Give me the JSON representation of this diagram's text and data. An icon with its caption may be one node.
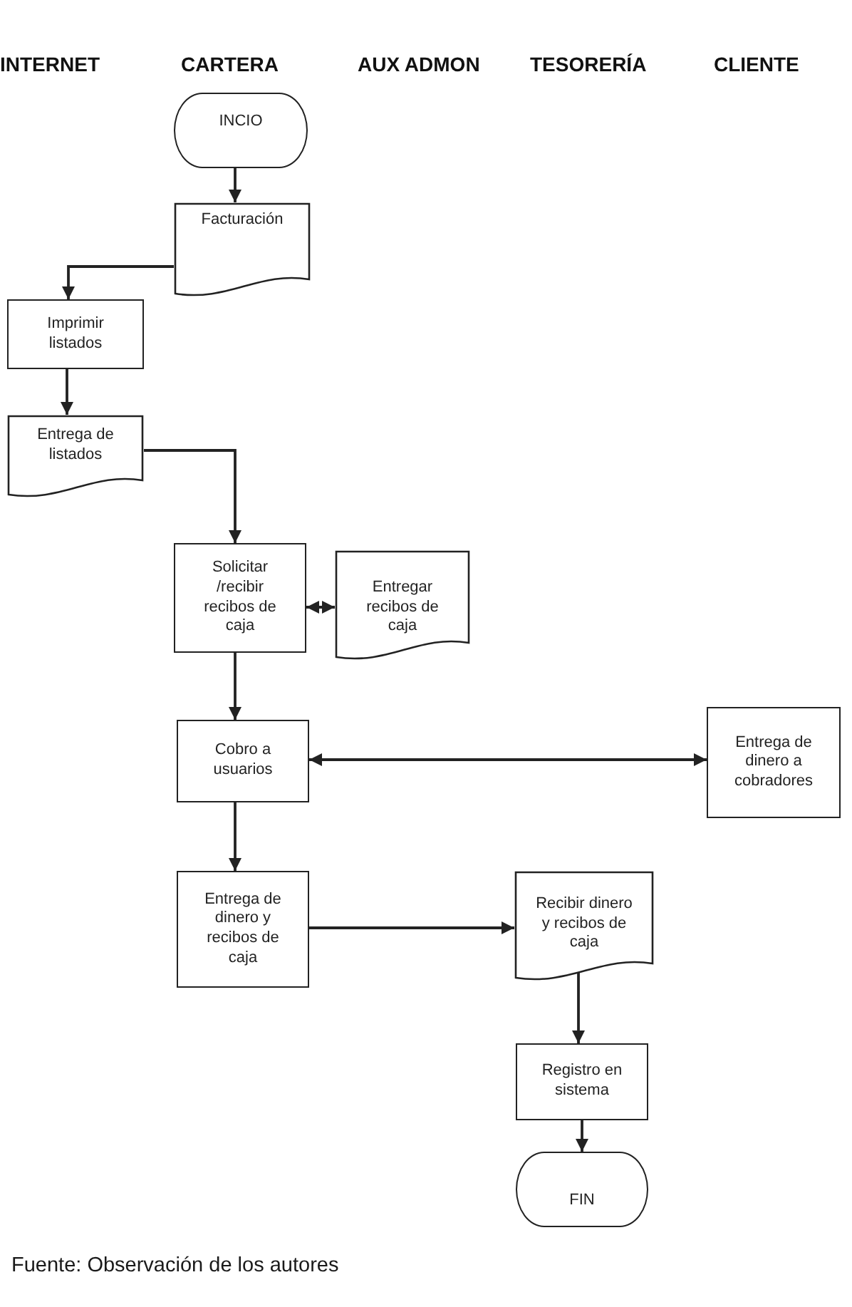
{
  "diagram": {
    "caption": "Fuente: Observación de los autores",
    "nodes": [
      {
        "text": [
          "INCIO"
        ]
      },
      {
        "text": [
          "Facturación"
        ]
      },
      {
        "text": [
          "Imprimir listados"
        ]
      },
      {
        "text": [
          "Entrega de listados"
        ]
      },
      {
        "text": [
          "Solicitar /recibir recibos de caja"
        ]
      },
      {
        "text": [
          "Entregar recibos de caja"
        ]
      },
      {
        "text": [
          "Cobro a usuarios"
        ]
      },
      {
        "text": [
          "Entrega de dinero a cobradores"
        ]
      },
      {
        "text": [
          "Entrega de dinero y recibos de caja"
        ]
      },
      {
        "text": [
          "Recibir dinero y recibos de caja"
        ]
      },
      {
        "text": [
          "Registro en sistema"
        ]
      },
      {
        "text": [
          "FIN"
        ]
      }
    ],
    "edges": [
      {
        "from": 0,
        "to": 1,
        "arrow": "to"
      },
      {
        "from": 1,
        "to": 2,
        "arrow": "to"
      },
      {
        "from": 2,
        "to": 3,
        "arrow": "to"
      },
      {
        "from": 3,
        "to": 4,
        "arrow": "to"
      },
      {
        "from": 4,
        "to": 5,
        "arrow": "both"
      },
      {
        "from": 4,
        "to": 6,
        "arrow": "to"
      },
      {
        "from": 6,
        "to": 7,
        "arrow": "both"
      },
      {
        "from": 6,
        "to": 8,
        "arrow": "to"
      },
      {
        "from": 8,
        "to": 9,
        "arrow": "to"
      },
      {
        "from": 9,
        "to": 10,
        "arrow": "to"
      },
      {
        "from": 10,
        "to": 11,
        "arrow": "to"
      }
    ],
    "labels": [
      "INTERNET",
      "CARTERA",
      "AUX ADMON",
      "TESORERÍA",
      "CLIENTE"
    ]
  }
}
